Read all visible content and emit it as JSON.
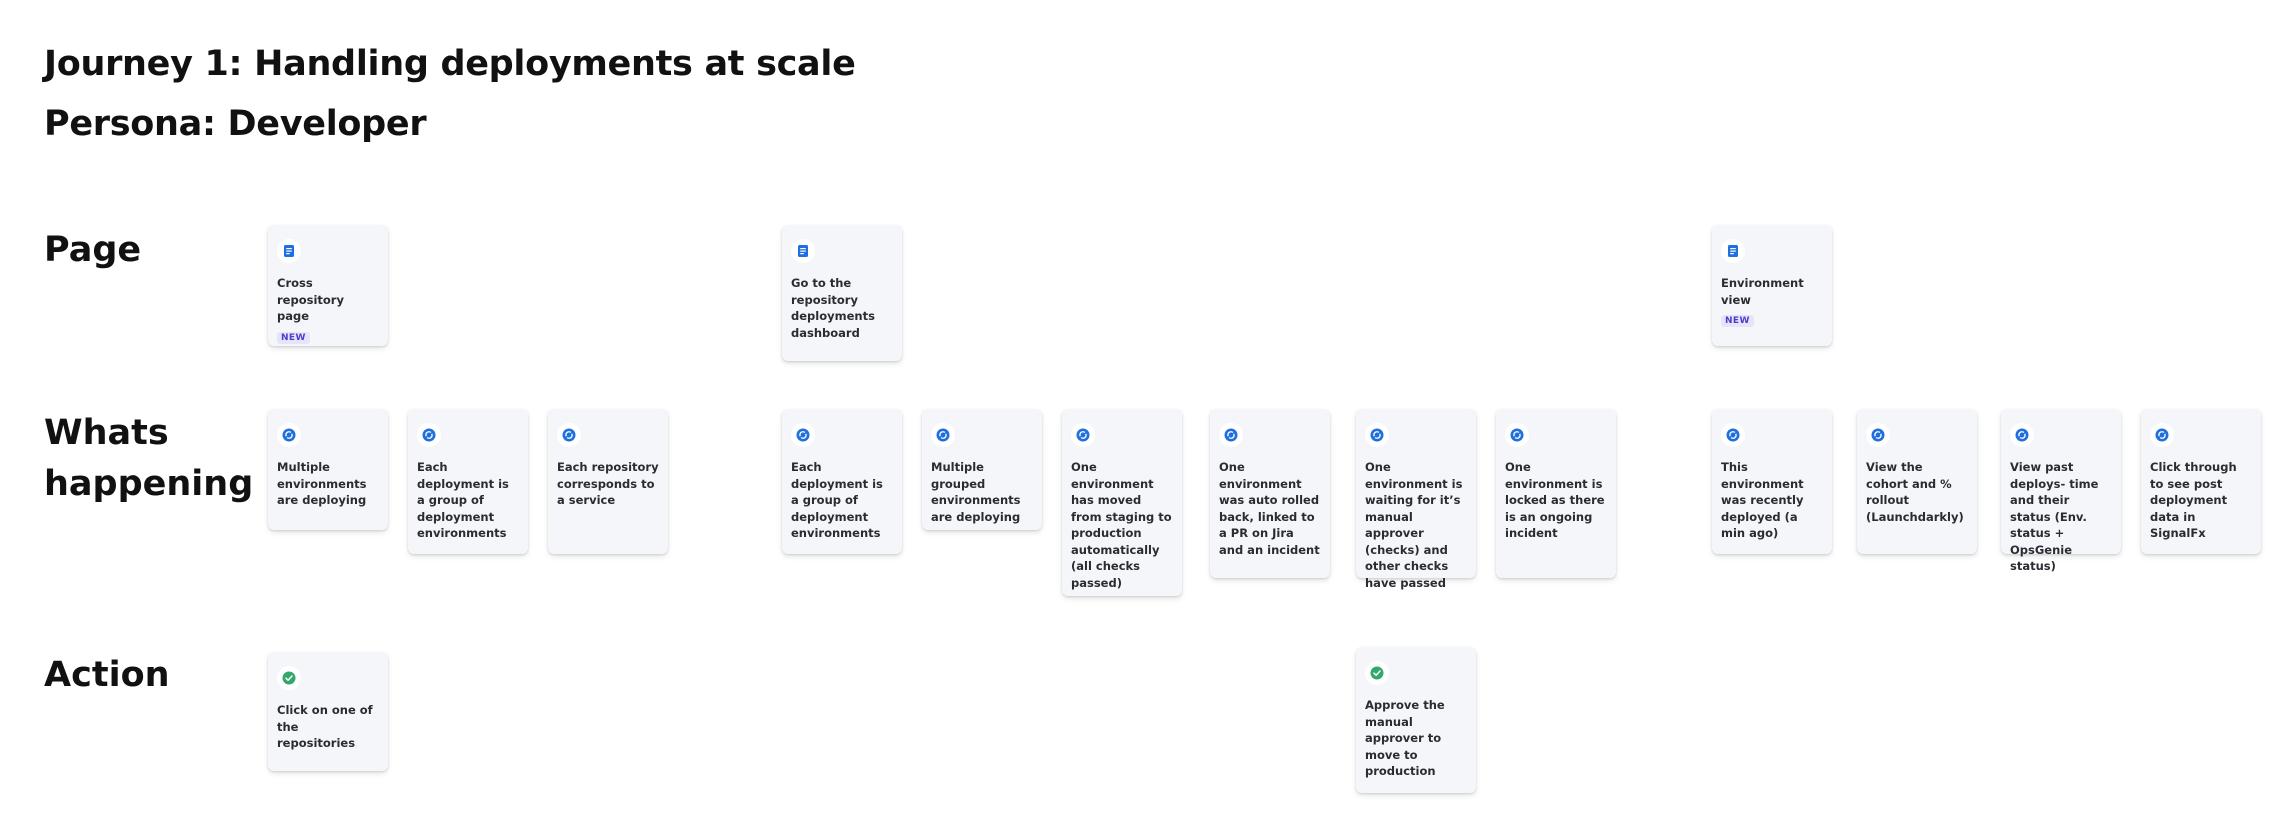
{
  "journey_title": "Journey 1: Handling deployments at scale",
  "persona": "Persona: Developer",
  "rows": {
    "page": "Page",
    "whats_happening": "Whats happening",
    "action": "Action"
  },
  "colors": {
    "page_icon": "#1f6fe0",
    "happening_icon": "#1f6fe0",
    "action_icon": "#34a86b",
    "badge_text": "#4b3fc9",
    "badge_bg": "#e6e4fa",
    "card_bg": "#f5f6f9"
  },
  "page_cards": [
    {
      "icon": "document-icon",
      "text": "Cross repository page",
      "badge": "NEW"
    },
    {
      "icon": "document-icon",
      "text": "Go to the repository deployments dashboard"
    },
    {
      "icon": "document-icon",
      "text": "Environment view",
      "badge": "NEW"
    }
  ],
  "happening_cards": [
    {
      "icon": "sync-icon",
      "text": "Multiple environments are deploying"
    },
    {
      "icon": "sync-icon",
      "text": "Each deployment is a group of deployment environments"
    },
    {
      "icon": "sync-icon",
      "text": "Each repository corresponds to a service"
    },
    {
      "icon": "sync-icon",
      "text": "Each deployment is a group of deployment environments"
    },
    {
      "icon": "sync-icon",
      "text": "Multiple grouped environments are deploying"
    },
    {
      "icon": "sync-icon",
      "text": "One environment has moved from staging to production automatically (all checks passed)"
    },
    {
      "icon": "sync-icon",
      "text": "One environment was auto rolled back, linked to a PR on Jira and an incident"
    },
    {
      "icon": "sync-icon",
      "text": "One environment is waiting for it’s manual approver (checks) and other checks have passed"
    },
    {
      "icon": "sync-icon",
      "text": "One environment is locked as there is an ongoing incident"
    },
    {
      "icon": "sync-icon",
      "text": "This environment was recently deployed (a min ago)"
    },
    {
      "icon": "sync-icon",
      "text": "View the cohort and % rollout (Launchdarkly)"
    },
    {
      "icon": "sync-icon",
      "text": "View past deploys- time and their status (Env. status + OpsGenie status)"
    },
    {
      "icon": "sync-icon",
      "text": "Click through to see post deployment data in SignalFx"
    }
  ],
  "action_cards": [
    {
      "icon": "check-icon",
      "text": "Click on one of the repositories"
    },
    {
      "icon": "check-icon",
      "text": "Approve the manual approver to move to production"
    }
  ]
}
